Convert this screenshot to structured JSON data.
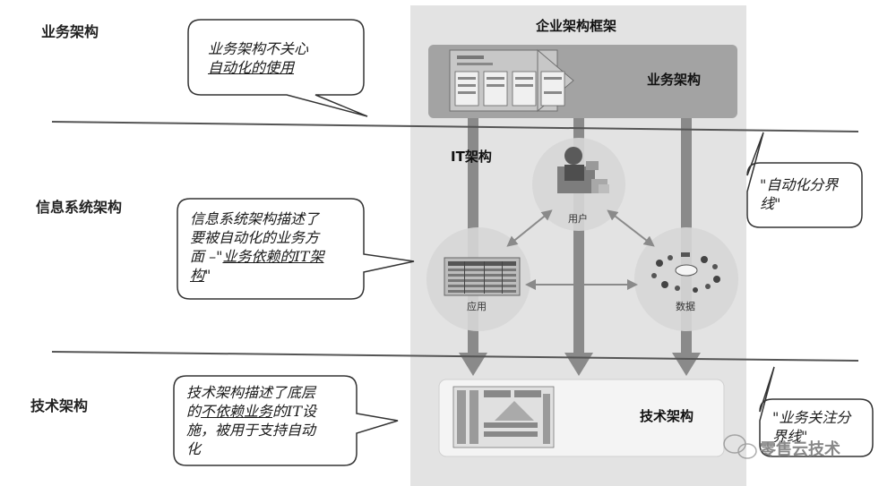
{
  "sections": {
    "business": "业务架构",
    "info_system": "信息系统架构",
    "technology": "技术架构"
  },
  "bubbles": {
    "business": {
      "line1": "业务架构不关心",
      "line2": "自动化的使用"
    },
    "info_system": {
      "line1": "信息系统架构描述了",
      "line2": "要被自动化的业务方",
      "line3_pre": "面 –\"",
      "line3_u": "业务依赖的IT架",
      "line4_u": "构",
      "line4_post": "\""
    },
    "technology": {
      "line1": "技术架构描述了底层",
      "line2_pre": "的",
      "line2_u": "不依赖业务",
      "line2_post": "的IT设",
      "line3": "施，被用于支持自动",
      "line4": "化"
    },
    "auto_boundary": {
      "line1": "\"自动化分界",
      "line2": "线\""
    },
    "business_boundary": {
      "line1": "\"业务关注分",
      "line2": "界线\""
    }
  },
  "framework": {
    "title": "企业架构框架",
    "business_layer": "业务架构",
    "it_layer": "IT架构",
    "tech_layer": "技术架构",
    "nodes": {
      "user": "用户",
      "application": "应用",
      "data": "数据"
    }
  },
  "watermark": "零售云技术",
  "colors": {
    "framework_bg": "#e3e3e3",
    "business_band": "#a3a3a3",
    "arrow": "#8a8a8a",
    "node_circle": "#d6d6d6",
    "tech_band": "#f4f4f4"
  }
}
